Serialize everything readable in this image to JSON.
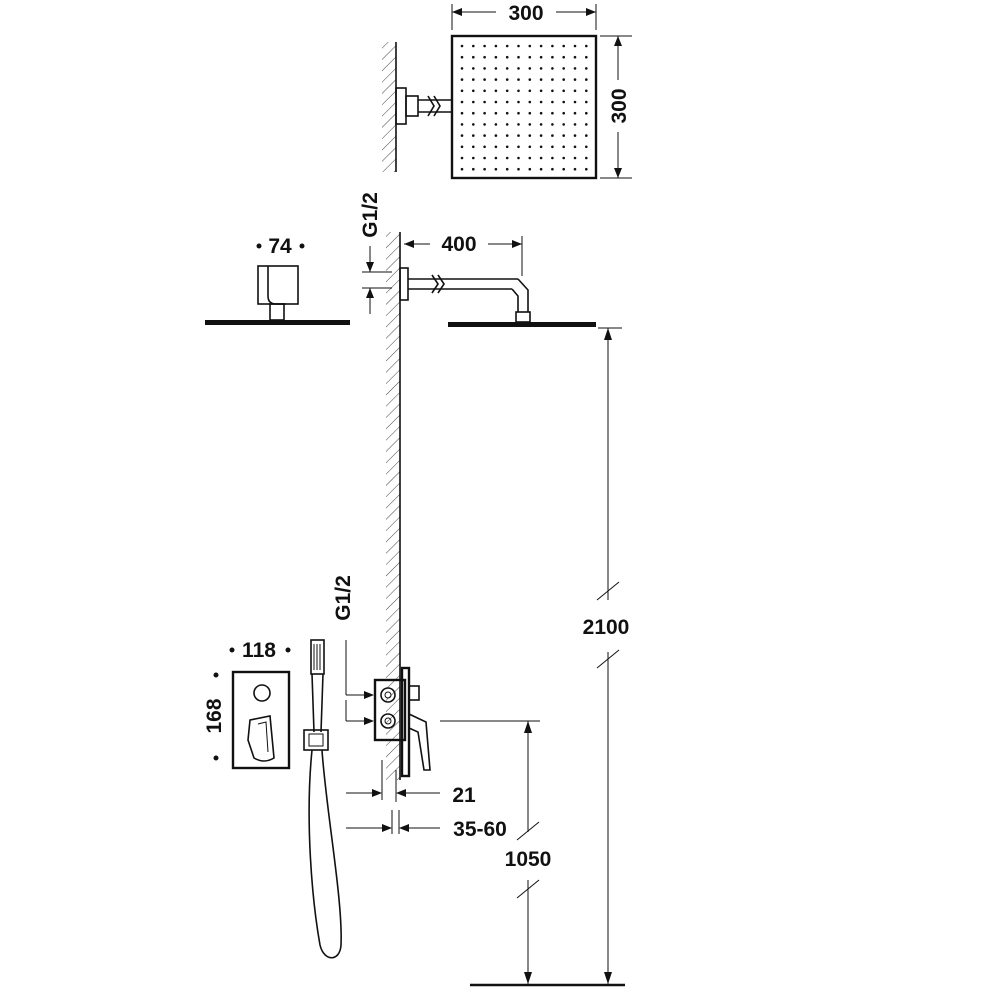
{
  "dimensions": {
    "showerhead_top_width": "300",
    "showerhead_top_depth": "300",
    "arm_length": "400",
    "inlet_thread_top": "G1/2",
    "head_side_thickness": "74",
    "total_height": "2100",
    "valve_width": "118",
    "valve_height": "168",
    "inlet_thread_bottom": "G1/2",
    "plate_thickness": "21",
    "recess_depth": "35-60",
    "valve_height_from_floor": "1050"
  },
  "colors": {
    "line": "#111111",
    "background": "#ffffff"
  }
}
